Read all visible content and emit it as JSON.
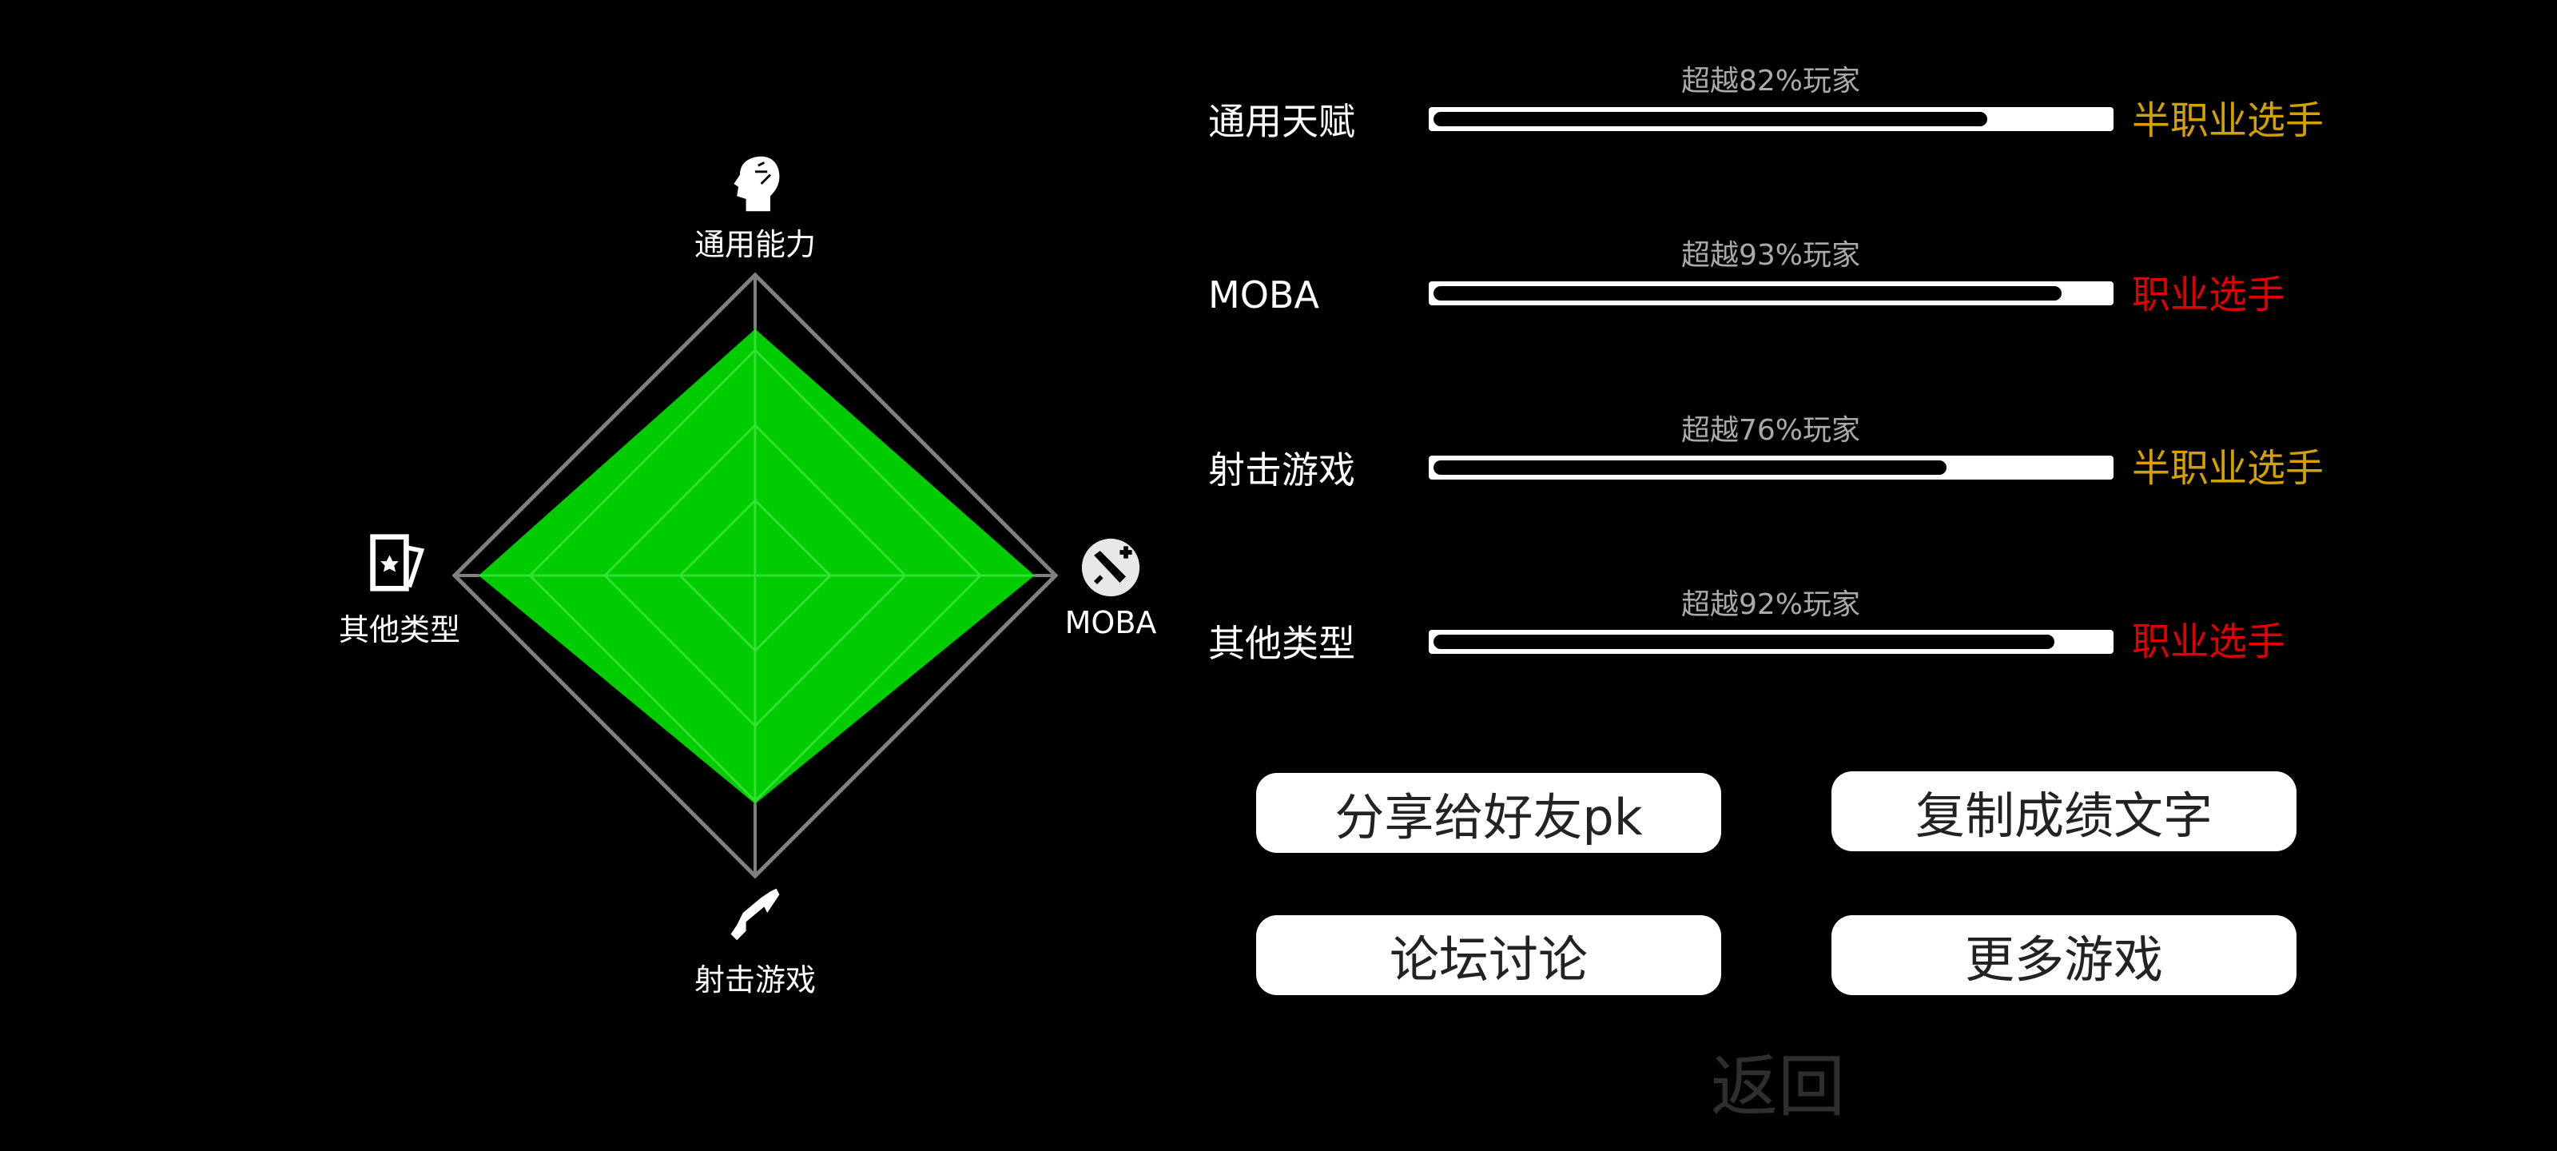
{
  "chart_data": {
    "type": "radar",
    "axes": [
      "通用能力",
      "MOBA",
      "射击游戏",
      "其他类型"
    ],
    "values": [
      82,
      93,
      76,
      92
    ],
    "range": [
      0,
      100
    ],
    "rings": [
      25,
      50,
      75,
      100
    ],
    "fill_color": "#00cc00",
    "grid_color": "#808080",
    "icons": [
      "head-brain-icon",
      "moba-sword-icon",
      "rifle-icon",
      "cards-star-icon"
    ]
  },
  "rows": [
    {
      "label": "通用天赋",
      "percent_text": "超越82%玩家",
      "percent": 82,
      "rank": "半职业选手",
      "rank_color": "#d4a000"
    },
    {
      "label": "MOBA",
      "percent_text": "超越93%玩家",
      "percent": 93,
      "rank": "职业选手",
      "rank_color": "#e00000"
    },
    {
      "label": "射击游戏",
      "percent_text": "超越76%玩家",
      "percent": 76,
      "rank": "半职业选手",
      "rank_color": "#d4a000"
    },
    {
      "label": "其他类型",
      "percent_text": "超越92%玩家",
      "percent": 92,
      "rank": "职业选手",
      "rank_color": "#e00000"
    }
  ],
  "buttons": {
    "share": "分享给好友pk",
    "copy": "复制成绩文字",
    "forum": "论坛讨论",
    "more": "更多游戏"
  },
  "back": "返回"
}
